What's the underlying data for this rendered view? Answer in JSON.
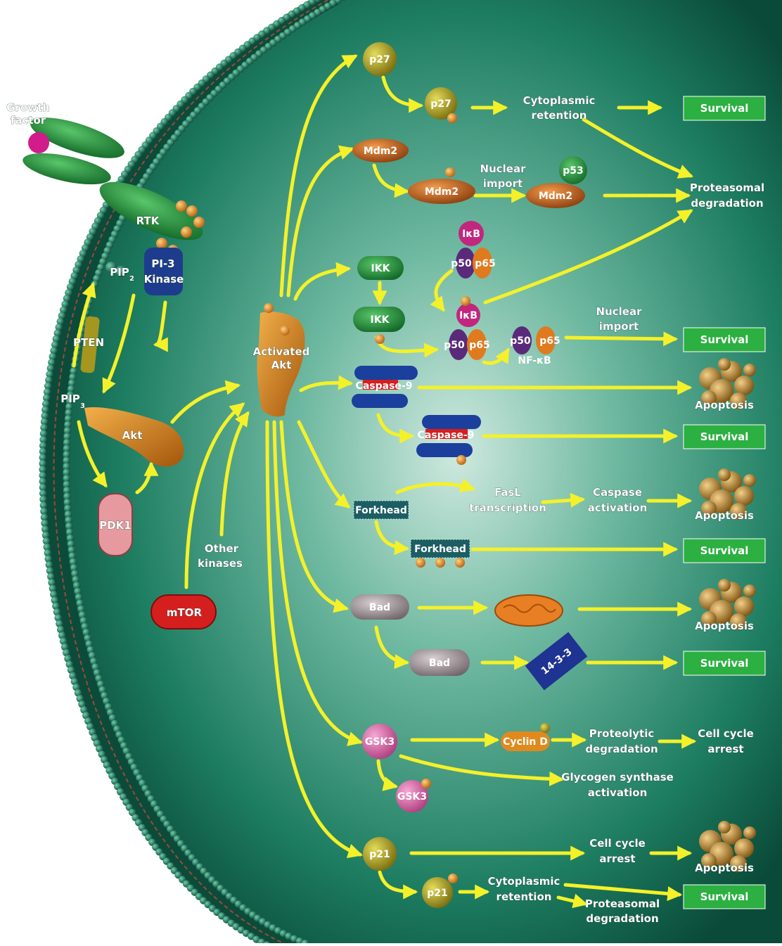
{
  "membrane": {
    "growth_factor": [
      "Growth",
      "factor"
    ],
    "rtk": "RTK",
    "pip2": "PIP",
    "pip2_sub": "2",
    "pi3_kinase": [
      "PI-3",
      "Kinase"
    ],
    "pten": "PTEN",
    "pip3": "PIP",
    "pip3_sub": "3",
    "akt": "Akt",
    "pdk1": "PDK1"
  },
  "activators": {
    "mtor": "mTOR",
    "other_kinases": [
      "Other",
      "kinases"
    ],
    "activated_akt": [
      "Activated",
      "Akt"
    ]
  },
  "pathways": {
    "p27_a": "p27",
    "p27_b": "p27",
    "cytoplasmic_retention_1": [
      "Cytoplasmic",
      "retention"
    ],
    "survival_1": "Survival",
    "proteasomal_degradation_1": [
      "Proteasomal",
      "degradation"
    ],
    "mdm2_a": "Mdm2",
    "mdm2_b": "Mdm2",
    "nuclear_import_1": [
      "Nuclear",
      "import"
    ],
    "mdm2_c": "Mdm2",
    "p53": "p53",
    "ikk_a": "IKK",
    "ikk_b": "IKK",
    "ikb_a": "IκB",
    "p50_a": "p50",
    "p65_a": "p65",
    "ikb_b": "IκB",
    "p50_b": "p50",
    "p65_b": "p65",
    "p50_c": "p50",
    "p65_c": "p65",
    "nfkb": "NF-κB",
    "nuclear_import_2": [
      "Nuclear",
      "import"
    ],
    "survival_2": "Survival",
    "caspase9_a": "Caspase-9",
    "apoptosis_1": "Apoptosis",
    "caspase9_b": "Caspase-9",
    "survival_3": "Survival",
    "forkhead_a": "Forkhead",
    "fasl_transcription": [
      "FasL",
      "transcription"
    ],
    "caspase_activation": [
      "Caspase",
      "activation"
    ],
    "apoptosis_2": "Apoptosis",
    "forkhead_b": "Forkhead",
    "survival_4": "Survival",
    "bad_a": "Bad",
    "apoptosis_3": "Apoptosis",
    "bad_b": "Bad",
    "protein_1433": "14-3-3",
    "survival_5": "Survival",
    "gsk3_a": "GSK3",
    "cyclin_d": "Cyclin D",
    "proteolytic_degradation": [
      "Proteolytic",
      "degradation"
    ],
    "cell_cycle_arrest_1": [
      "Cell cycle",
      "arrest"
    ],
    "glycogen_synthase_activation": [
      "Glycogen synthase",
      "activation"
    ],
    "gsk3_b": "GSK3",
    "p21_a": "p21",
    "cell_cycle_arrest_2": [
      "Cell cycle",
      "arrest"
    ],
    "apoptosis_4": "Apoptosis",
    "p21_b": "p21",
    "cytoplasmic_retention_2": [
      "Cytoplasmic",
      "retention"
    ],
    "proteasomal_degradation_2": [
      "Proteasomal",
      "degradation"
    ],
    "survival_6": "Survival"
  },
  "colors": {
    "cell_dark": "#0a4a38",
    "cell_mid": "#177a5e",
    "cell_light": "#cfe9df",
    "arrow": "#f4f12a",
    "survival_box": "#2bb041",
    "membrane_bead": "#1b6e55",
    "phosphate": "#e08a1e"
  }
}
